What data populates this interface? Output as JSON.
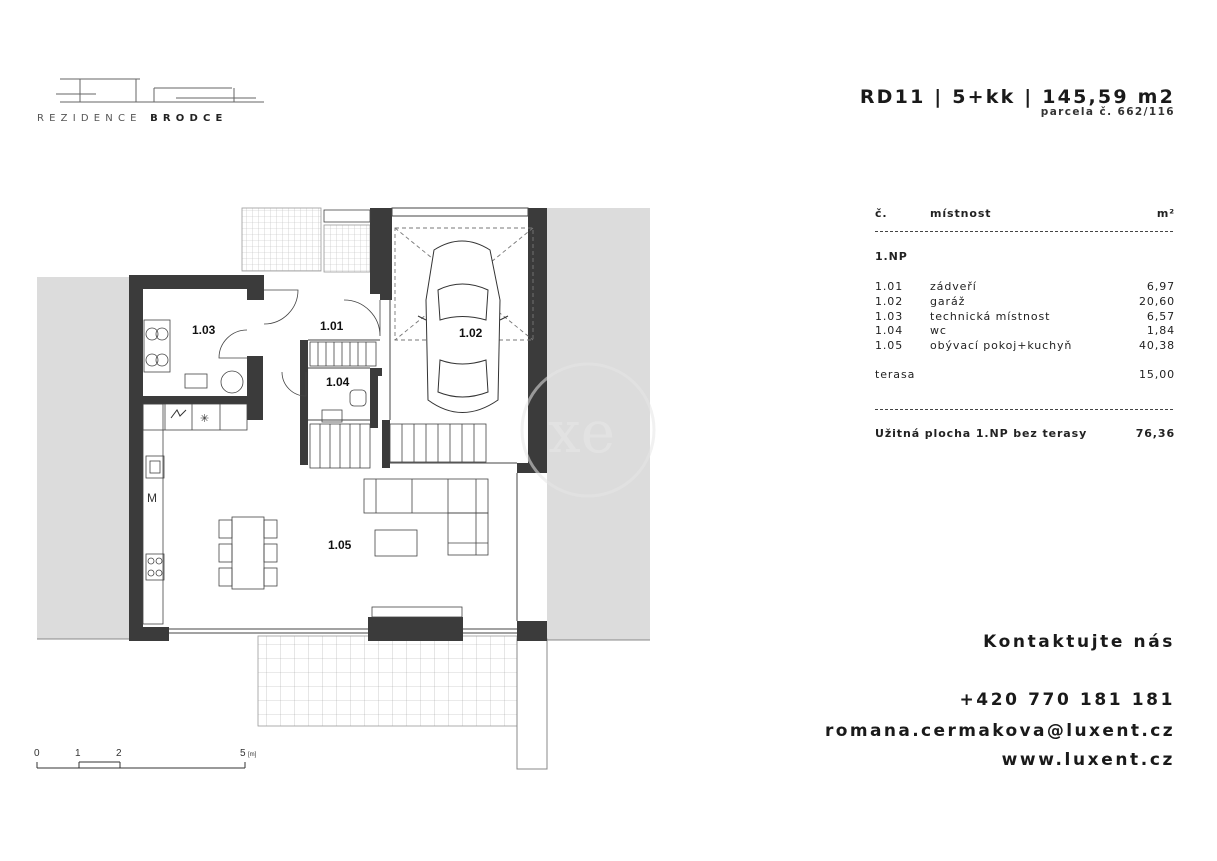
{
  "brand": {
    "logo_light": "REZIDENCE",
    "logo_bold": "BRODCE"
  },
  "header": {
    "title": "RD11   |   5+kk   |   145,59 m2",
    "parcel": "parcela č. 662/116"
  },
  "table": {
    "col_num": "č.",
    "col_name": "místnost",
    "col_area": "m²",
    "floor": "1.NP",
    "rows": [
      {
        "num": "1.01",
        "name": "zádveří",
        "area": "6,97"
      },
      {
        "num": "1.02",
        "name": "garáž",
        "area": "20,60"
      },
      {
        "num": "1.03",
        "name": "technická místnost",
        "area": "6,57"
      },
      {
        "num": "1.04",
        "name": "wc",
        "area": "1,84"
      },
      {
        "num": "1.05",
        "name": "obývací pokoj+kuchyň",
        "area": "40,38"
      }
    ],
    "terrace_label": "terasa",
    "terrace_area": "15,00",
    "total_label": "Užitná plocha 1.NP bez terasy",
    "total_area": "76,36"
  },
  "plan": {
    "rooms": {
      "r101": "1.01",
      "r102": "1.02",
      "r103": "1.03",
      "r104": "1.04",
      "r105": "1.05"
    },
    "fridge_mark": "M",
    "scale": {
      "t0": "0",
      "t1": "1",
      "t2": "2",
      "t5": "5",
      "unit": "[m]"
    },
    "watermark": "xe"
  },
  "contact": {
    "title": "Kontaktujte nás",
    "phone": "+420 770 181 181",
    "email": "romana.cermakova@luxent.cz",
    "web": "www.luxent.cz"
  }
}
